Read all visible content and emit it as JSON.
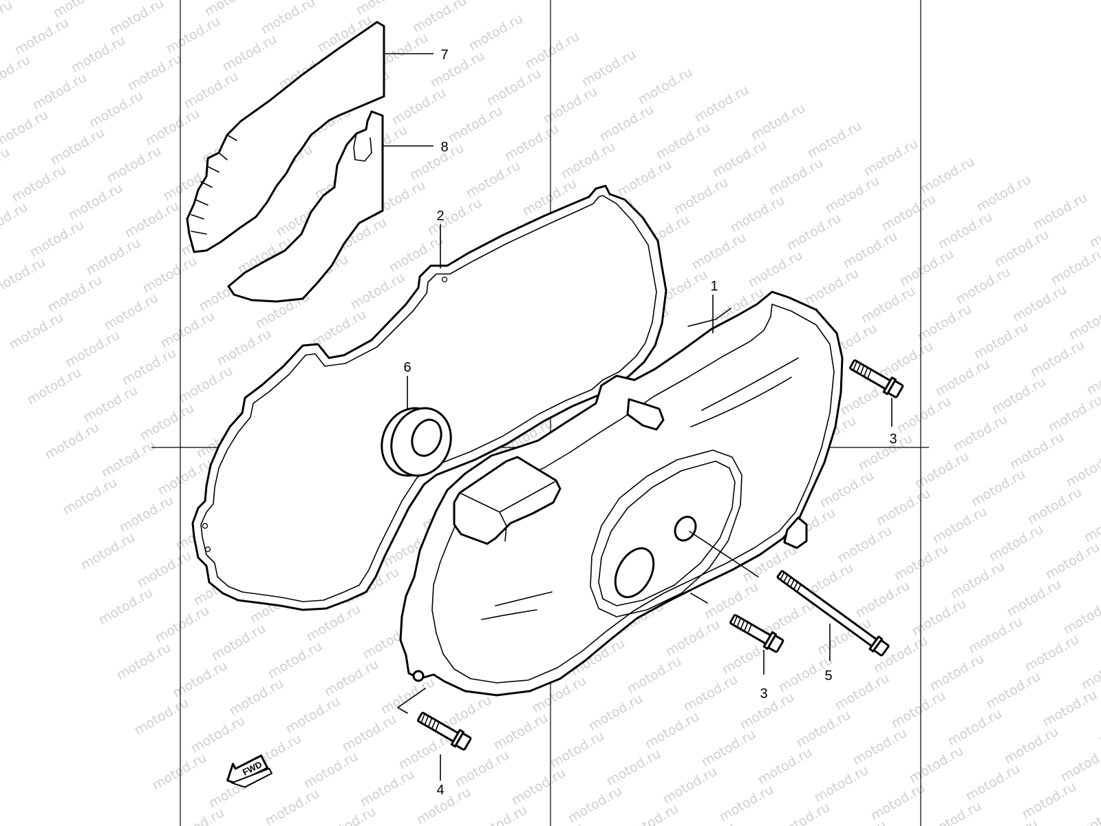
{
  "watermark": "motod.ru",
  "direction_label": "FWD",
  "callouts": {
    "cover": "1",
    "gasket": "2",
    "bolt_right": "3",
    "bolt_bottom": "3",
    "bolt_front": "4",
    "long_bolt": "5",
    "oil_seal": "6",
    "plate_upper": "7",
    "plate_lower": "8"
  },
  "colors": {
    "line": "#000000",
    "background": "#ffffff",
    "watermark": "#cfcfcf"
  }
}
